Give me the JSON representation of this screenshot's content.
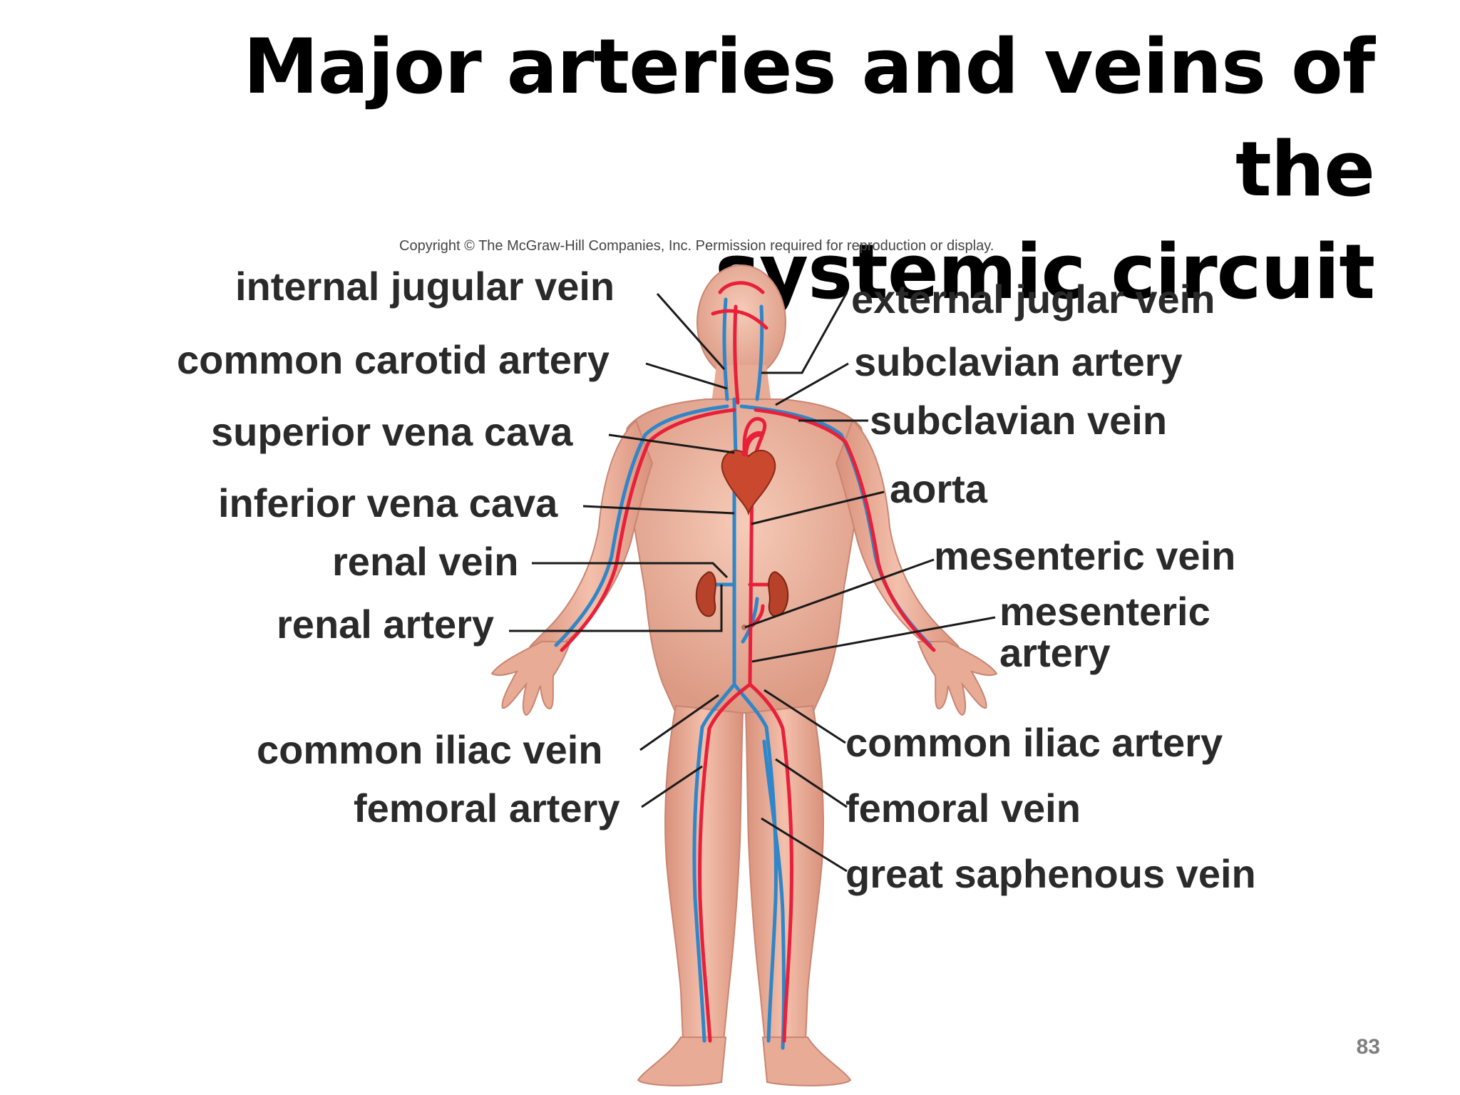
{
  "slide": {
    "title_line1": "Major arteries and veins of the",
    "title_line2": "systemic circuit",
    "copyright": "Copyright © The McGraw-Hill Companies, Inc. Permission required for reproduction or display.",
    "page_number": "83"
  },
  "labels": {
    "internal_jugular_vein": "internal jugular vein",
    "common_carotid_artery": "common carotid artery",
    "superior_vena_cava": "superior vena cava",
    "inferior_vena_cava": "inferior vena cava",
    "renal_vein": "renal vein",
    "renal_artery": "renal artery",
    "common_iliac_vein": "common iliac vein",
    "femoral_artery": "femoral artery",
    "external_juglar_vein": "external juglar vein",
    "subclavian_artery": "subclavian artery",
    "subclavian_vein": "subclavian vein",
    "aorta": "aorta",
    "mesenteric_vein": "mesenteric vein",
    "mesenteric_artery_line1": "mesenteric",
    "mesenteric_artery_line2": "artery",
    "common_iliac_artery": "common iliac artery",
    "femoral_vein": "femoral vein",
    "great_saphenous_vein": "great saphenous vein"
  },
  "colors": {
    "artery": "#e8203a",
    "vein": "#2f86c8",
    "skin": "#f0b9a3",
    "skin_shadow": "#d88f79",
    "heart": "#c9482e",
    "kidney": "#b8412a",
    "leader_line": "#1a1a1a"
  }
}
